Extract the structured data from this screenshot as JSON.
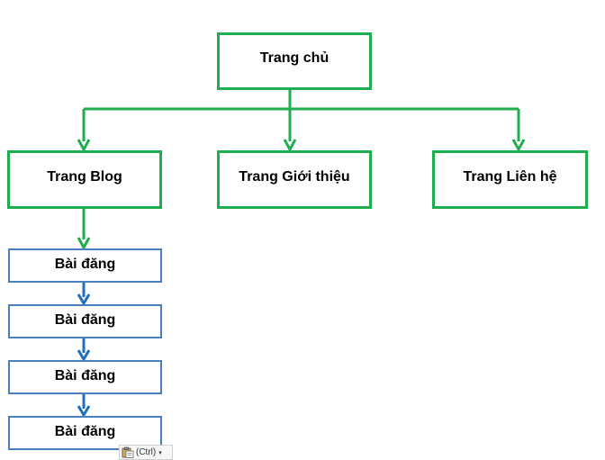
{
  "colors": {
    "green": "#1fae4f",
    "blue": "#4a7fbd",
    "arrow_blue": "#1f6fc0"
  },
  "nodes": {
    "home": "Trang chủ",
    "blog": "Trang Blog",
    "about": "Trang Giới thiệu",
    "contact": "Trang Liên hệ"
  },
  "posts": [
    "Bài đăng",
    "Bài đăng",
    "Bài đăng",
    "Bài đăng"
  ],
  "paste_options": {
    "icon": "clipboard-icon",
    "label": "(Ctrl)",
    "caret": "▾"
  }
}
